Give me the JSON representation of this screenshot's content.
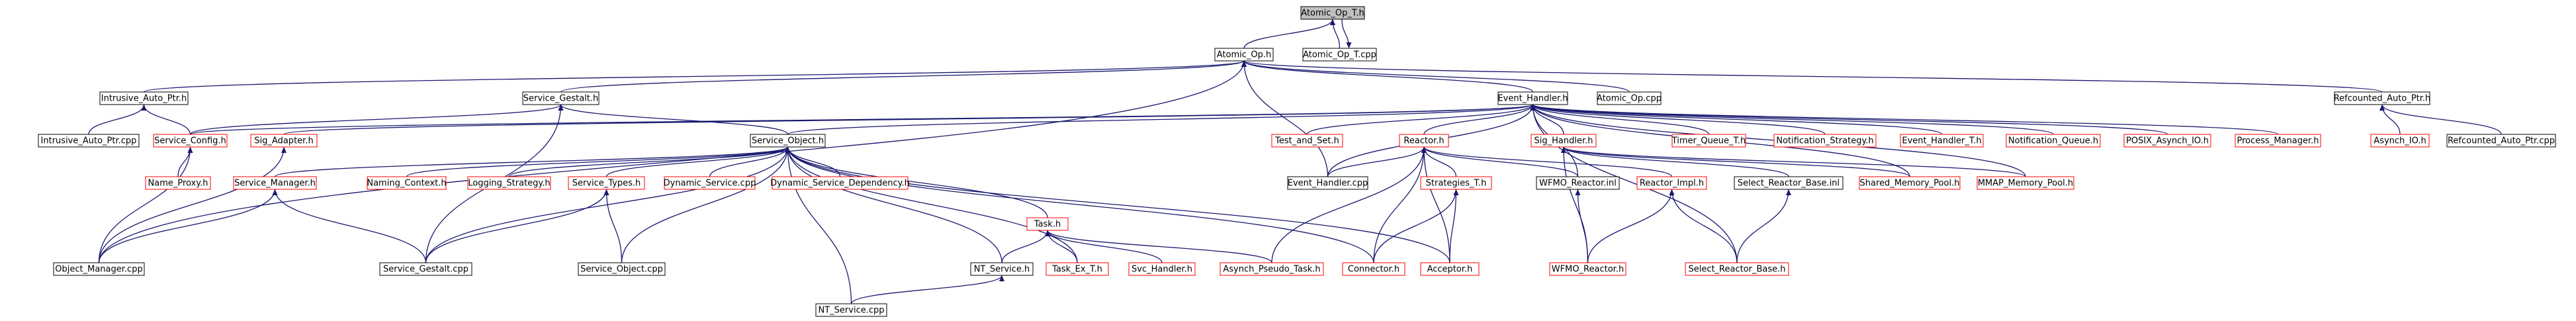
{
  "colors": {
    "edge": "#191970",
    "normal_border": "#000000",
    "red_border": "#ff0000",
    "root_fill": "#bfbfbf",
    "text": "#000000"
  },
  "nodes": [
    {
      "id": "atomic_op_t_h",
      "label": "Atomic_Op_T.h",
      "style": "root"
    },
    {
      "id": "atomic_op_h",
      "label": "Atomic_Op.h",
      "style": "normal"
    },
    {
      "id": "atomic_op_t_cpp",
      "label": "Atomic_Op_T.cpp",
      "style": "normal"
    },
    {
      "id": "intrusive_auto_ptr_h",
      "label": "Intrusive_Auto_Ptr.h",
      "style": "normal"
    },
    {
      "id": "service_gestalt_h",
      "label": "Service_Gestalt.h",
      "style": "normal"
    },
    {
      "id": "event_handler_h",
      "label": "Event_Handler.h",
      "style": "normal"
    },
    {
      "id": "atomic_op_cpp",
      "label": "Atomic_Op.cpp",
      "style": "normal"
    },
    {
      "id": "refcounted_auto_ptr_h",
      "label": "Refcounted_Auto_Ptr.h",
      "style": "normal"
    },
    {
      "id": "intrusive_auto_ptr_cpp",
      "label": "Intrusive_Auto_Ptr.cpp",
      "style": "normal"
    },
    {
      "id": "service_config_h",
      "label": "Service_Config.h",
      "style": "red"
    },
    {
      "id": "sig_adapter_h",
      "label": "Sig_Adapter.h",
      "style": "red"
    },
    {
      "id": "service_object_h",
      "label": "Service_Object.h",
      "style": "normal"
    },
    {
      "id": "test_and_set_h",
      "label": "Test_and_Set.h",
      "style": "red"
    },
    {
      "id": "reactor_h",
      "label": "Reactor.h",
      "style": "red"
    },
    {
      "id": "sig_handler_h",
      "label": "Sig_Handler.h",
      "style": "red"
    },
    {
      "id": "timer_queue_t_h",
      "label": "Timer_Queue_T.h",
      "style": "red"
    },
    {
      "id": "notification_strategy_h",
      "label": "Notification_Strategy.h",
      "style": "red"
    },
    {
      "id": "event_handler_t_h",
      "label": "Event_Handler_T.h",
      "style": "red"
    },
    {
      "id": "notification_queue_h",
      "label": "Notification_Queue.h",
      "style": "red"
    },
    {
      "id": "posix_asynch_io_h",
      "label": "POSIX_Asynch_IO.h",
      "style": "red"
    },
    {
      "id": "process_manager_h",
      "label": "Process_Manager.h",
      "style": "red"
    },
    {
      "id": "asynch_io_h",
      "label": "Asynch_IO.h",
      "style": "red"
    },
    {
      "id": "refcounted_auto_ptr_cpp",
      "label": "Refcounted_Auto_Ptr.cpp",
      "style": "normal"
    },
    {
      "id": "name_proxy_h",
      "label": "Name_Proxy.h",
      "style": "red"
    },
    {
      "id": "service_manager_h",
      "label": "Service_Manager.h",
      "style": "red"
    },
    {
      "id": "naming_context_h",
      "label": "Naming_Context.h",
      "style": "red"
    },
    {
      "id": "logging_strategy_h",
      "label": "Logging_Strategy.h",
      "style": "red"
    },
    {
      "id": "service_types_h",
      "label": "Service_Types.h",
      "style": "red"
    },
    {
      "id": "dynamic_service_cpp",
      "label": "Dynamic_Service.cpp",
      "style": "red"
    },
    {
      "id": "dynamic_service_dependency_h",
      "label": "Dynamic_Service_Dependency.h",
      "style": "red"
    },
    {
      "id": "event_handler_cpp",
      "label": "Event_Handler.cpp",
      "style": "normal"
    },
    {
      "id": "strategies_t_h",
      "label": "Strategies_T.h",
      "style": "red"
    },
    {
      "id": "wfmo_reactor_inl",
      "label": "WFMO_Reactor.inl",
      "style": "normal"
    },
    {
      "id": "reactor_impl_h",
      "label": "Reactor_Impl.h",
      "style": "red"
    },
    {
      "id": "select_reactor_base_inl",
      "label": "Select_Reactor_Base.inl",
      "style": "normal"
    },
    {
      "id": "shared_memory_pool_h",
      "label": "Shared_Memory_Pool.h",
      "style": "red"
    },
    {
      "id": "mmap_memory_pool_h",
      "label": "MMAP_Memory_Pool.h",
      "style": "red"
    },
    {
      "id": "task_h",
      "label": "Task.h",
      "style": "red"
    },
    {
      "id": "object_manager_cpp",
      "label": "Object_Manager.cpp",
      "style": "normal"
    },
    {
      "id": "service_gestalt_cpp",
      "label": "Service_Gestalt.cpp",
      "style": "normal"
    },
    {
      "id": "service_object_cpp",
      "label": "Service_Object.cpp",
      "style": "normal"
    },
    {
      "id": "nt_service_h",
      "label": "NT_Service.h",
      "style": "normal"
    },
    {
      "id": "task_ex_t_h",
      "label": "Task_Ex_T.h",
      "style": "red"
    },
    {
      "id": "svc_handler_h",
      "label": "Svc_Handler.h",
      "style": "red"
    },
    {
      "id": "asynch_pseudo_task_h",
      "label": "Asynch_Pseudo_Task.h",
      "style": "red"
    },
    {
      "id": "connector_h",
      "label": "Connector.h",
      "style": "red"
    },
    {
      "id": "acceptor_h",
      "label": "Acceptor.h",
      "style": "red"
    },
    {
      "id": "wfmo_reactor_h",
      "label": "WFMO_Reactor.h",
      "style": "red"
    },
    {
      "id": "select_reactor_base_h",
      "label": "Select_Reactor_Base.h",
      "style": "red"
    },
    {
      "id": "nt_service_cpp",
      "label": "NT_Service.cpp",
      "style": "normal"
    }
  ],
  "edges": [
    [
      "atomic_op_h",
      "atomic_op_t_h"
    ],
    [
      "atomic_op_t_cpp",
      "atomic_op_t_h"
    ],
    [
      "atomic_op_t_h",
      "atomic_op_t_cpp"
    ],
    [
      "intrusive_auto_ptr_h",
      "atomic_op_h"
    ],
    [
      "service_gestalt_h",
      "atomic_op_h"
    ],
    [
      "event_handler_h",
      "atomic_op_h"
    ],
    [
      "atomic_op_cpp",
      "atomic_op_h"
    ],
    [
      "refcounted_auto_ptr_h",
      "atomic_op_h"
    ],
    [
      "object_manager_cpp",
      "atomic_op_h"
    ],
    [
      "event_handler_cpp",
      "atomic_op_h"
    ],
    [
      "intrusive_auto_ptr_cpp",
      "intrusive_auto_ptr_h"
    ],
    [
      "service_config_h",
      "intrusive_auto_ptr_h"
    ],
    [
      "service_object_h",
      "service_gestalt_h"
    ],
    [
      "service_config_h",
      "service_gestalt_h"
    ],
    [
      "service_gestalt_cpp",
      "service_gestalt_h"
    ],
    [
      "asynch_io_h",
      "refcounted_auto_ptr_h"
    ],
    [
      "refcounted_auto_ptr_cpp",
      "refcounted_auto_ptr_h"
    ],
    [
      "sig_adapter_h",
      "event_handler_h"
    ],
    [
      "service_object_h",
      "event_handler_h"
    ],
    [
      "test_and_set_h",
      "event_handler_h"
    ],
    [
      "reactor_h",
      "event_handler_h"
    ],
    [
      "sig_handler_h",
      "event_handler_h"
    ],
    [
      "timer_queue_t_h",
      "event_handler_h"
    ],
    [
      "notification_strategy_h",
      "event_handler_h"
    ],
    [
      "event_handler_t_h",
      "event_handler_h"
    ],
    [
      "notification_queue_h",
      "event_handler_h"
    ],
    [
      "posix_asynch_io_h",
      "event_handler_h"
    ],
    [
      "process_manager_h",
      "event_handler_h"
    ],
    [
      "event_handler_cpp",
      "event_handler_h"
    ],
    [
      "wfmo_reactor_inl",
      "event_handler_h"
    ],
    [
      "shared_memory_pool_h",
      "event_handler_h"
    ],
    [
      "mmap_memory_pool_h",
      "event_handler_h"
    ],
    [
      "select_reactor_base_h",
      "event_handler_h"
    ],
    [
      "service_config_h",
      "event_handler_h"
    ],
    [
      "name_proxy_h",
      "service_config_h"
    ],
    [
      "object_manager_cpp",
      "service_config_h"
    ],
    [
      "object_manager_cpp",
      "sig_adapter_h"
    ],
    [
      "service_manager_h",
      "service_object_h"
    ],
    [
      "naming_context_h",
      "service_object_h"
    ],
    [
      "logging_strategy_h",
      "service_object_h"
    ],
    [
      "service_types_h",
      "service_object_h"
    ],
    [
      "dynamic_service_cpp",
      "service_object_h"
    ],
    [
      "dynamic_service_dependency_h",
      "service_object_h"
    ],
    [
      "task_h",
      "service_object_h"
    ],
    [
      "service_object_cpp",
      "service_object_h"
    ],
    [
      "nt_service_cpp",
      "service_object_h"
    ],
    [
      "task_ex_t_h",
      "service_object_h"
    ],
    [
      "acceptor_h",
      "service_object_h"
    ],
    [
      "connector_h",
      "service_object_h"
    ],
    [
      "service_gestalt_cpp",
      "service_object_h"
    ],
    [
      "nt_service_h",
      "service_object_h"
    ],
    [
      "object_manager_cpp",
      "service_manager_h"
    ],
    [
      "service_gestalt_cpp",
      "service_manager_h"
    ],
    [
      "service_gestalt_cpp",
      "service_types_h"
    ],
    [
      "service_object_cpp",
      "service_types_h"
    ],
    [
      "event_handler_cpp",
      "reactor_h"
    ],
    [
      "strategies_t_h",
      "reactor_h"
    ],
    [
      "asynch_pseudo_task_h",
      "reactor_h"
    ],
    [
      "connector_h",
      "reactor_h"
    ],
    [
      "acceptor_h",
      "reactor_h"
    ],
    [
      "wfmo_reactor_inl",
      "reactor_h"
    ],
    [
      "reactor_impl_h",
      "reactor_h"
    ],
    [
      "connector_h",
      "strategies_t_h"
    ],
    [
      "acceptor_h",
      "strategies_t_h"
    ],
    [
      "wfmo_reactor_h",
      "wfmo_reactor_inl"
    ],
    [
      "wfmo_reactor_h",
      "reactor_impl_h"
    ],
    [
      "select_reactor_base_h",
      "reactor_impl_h"
    ],
    [
      "select_reactor_base_h",
      "select_reactor_base_inl"
    ],
    [
      "wfmo_reactor_h",
      "sig_handler_h"
    ],
    [
      "shared_memory_pool_h",
      "sig_handler_h"
    ],
    [
      "mmap_memory_pool_h",
      "sig_handler_h"
    ],
    [
      "select_reactor_base_inl",
      "sig_handler_h"
    ],
    [
      "nt_service_h",
      "task_h"
    ],
    [
      "task_ex_t_h",
      "task_h"
    ],
    [
      "svc_handler_h",
      "task_h"
    ],
    [
      "asynch_pseudo_task_h",
      "task_h"
    ],
    [
      "nt_service_cpp",
      "nt_service_h"
    ]
  ]
}
